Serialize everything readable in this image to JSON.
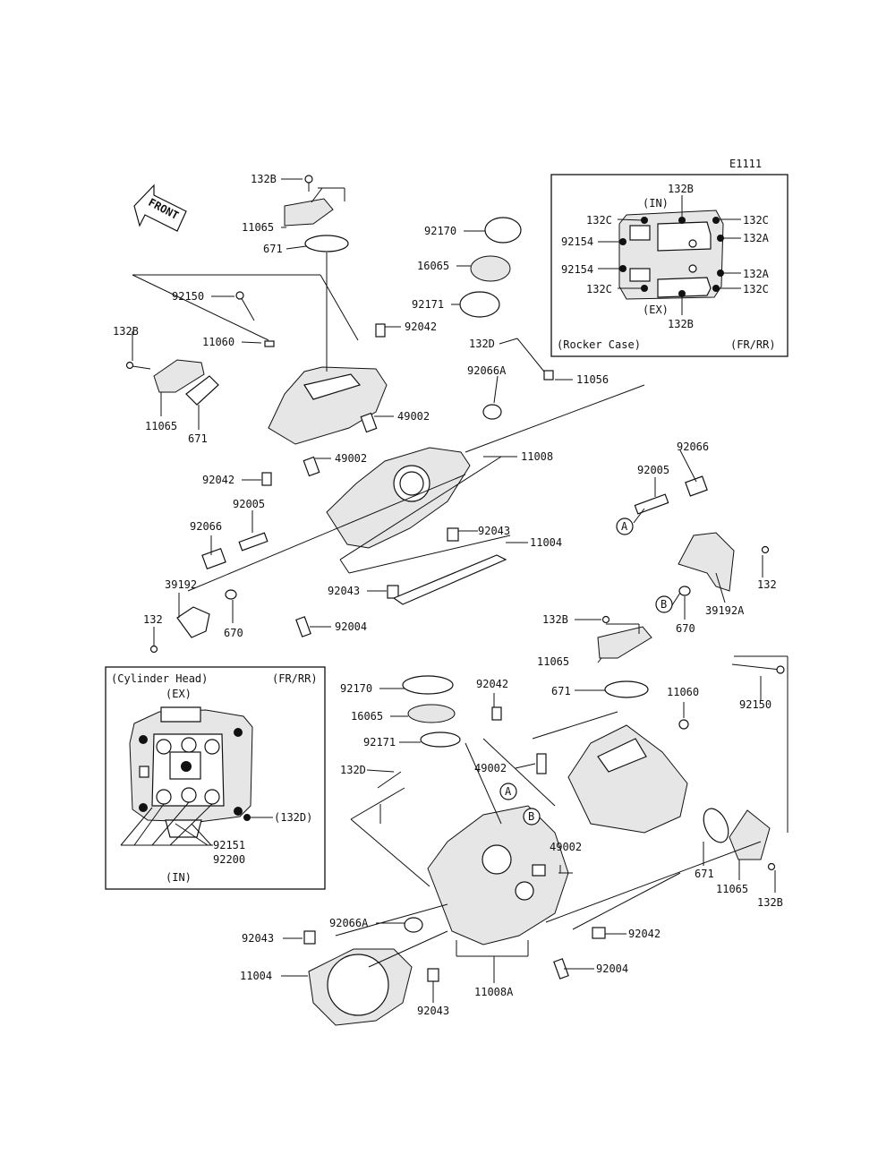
{
  "diagram_code": "E1111",
  "front_label": "FRONT",
  "insets": {
    "rocker_case": {
      "title": "(Rocker Case)",
      "position": "(FR/RR)",
      "side_in": "(IN)",
      "side_ex": "(EX)",
      "labels": [
        "132B",
        "132C",
        "132C",
        "132A",
        "92154",
        "92154",
        "132A",
        "132C",
        "132C",
        "132B"
      ]
    },
    "cylinder_head": {
      "title": "(Cylinder Head)",
      "position": "(FR/RR)",
      "side_ex": "(EX)",
      "side_in": "(IN)",
      "labels": [
        "(132D)",
        "92151",
        "92200"
      ]
    }
  },
  "callouts": {
    "a": "A",
    "b": "B"
  },
  "labels": [
    "132B",
    "11065",
    "671",
    "92170",
    "16065",
    "92171",
    "92150",
    "92042",
    "132B",
    "11060",
    "132D",
    "11056",
    "92066A",
    "49002",
    "11065",
    "671",
    "49002",
    "11008",
    "92042",
    "92066",
    "92005",
    "92005",
    "92066",
    "92066",
    "92043",
    "11004",
    "39192",
    "132",
    "92043",
    "670",
    "92004",
    "39192A",
    "132",
    "670",
    "132B",
    "11065",
    "671",
    "92170",
    "92042",
    "11060",
    "16065",
    "92150",
    "92171",
    "49002",
    "132D",
    "49002",
    "671",
    "11065",
    "132B",
    "92066A",
    "92042",
    "92043",
    "11004",
    "92004",
    "92043",
    "11008A"
  ]
}
